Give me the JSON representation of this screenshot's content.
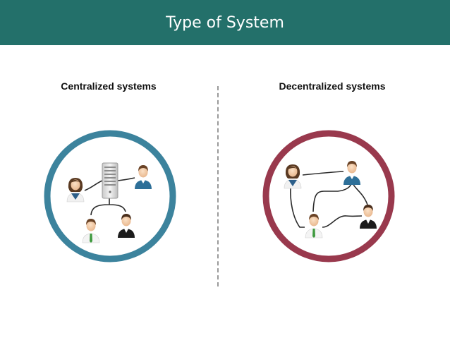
{
  "header": {
    "title": "Type of System"
  },
  "centralized": {
    "label": "Centralized systems",
    "ring_color": "#3c839d"
  },
  "decentralized": {
    "label": "Decentralized systems",
    "ring_color": "#99394d"
  },
  "icons": {
    "server": "server-icon",
    "female_user": "female-user-icon",
    "male_user": "male-user-icon",
    "businessman": "businessman-icon"
  }
}
